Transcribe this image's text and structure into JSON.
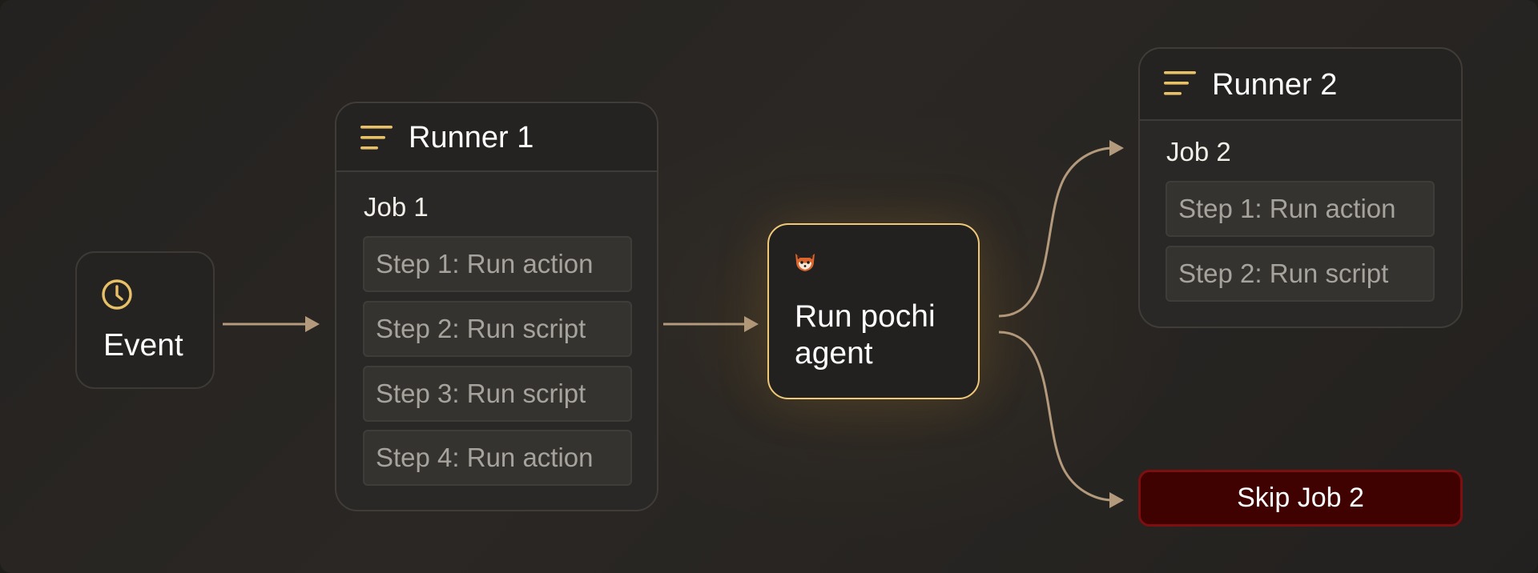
{
  "colors": {
    "accent": "#e8c068",
    "edge": "#b39a7c",
    "agent_border": "#f0c978",
    "skip_bg": "#400101",
    "skip_border": "#7d0f10"
  },
  "event": {
    "icon": "clock-icon",
    "label": "Event"
  },
  "runner1": {
    "icon": "lines-icon",
    "title": "Runner 1",
    "job": "Job 1",
    "steps": [
      "Step 1: Run action",
      "Step 2: Run script",
      "Step 3: Run script",
      "Step 4: Run action"
    ]
  },
  "agent": {
    "icon": "fox-icon",
    "label": "Run pochi agent"
  },
  "runner2": {
    "icon": "lines-icon",
    "title": "Runner 2",
    "job": "Job 2",
    "steps": [
      "Step 1: Run action",
      "Step 2: Run script"
    ]
  },
  "skip": {
    "label": "Skip Job 2"
  }
}
